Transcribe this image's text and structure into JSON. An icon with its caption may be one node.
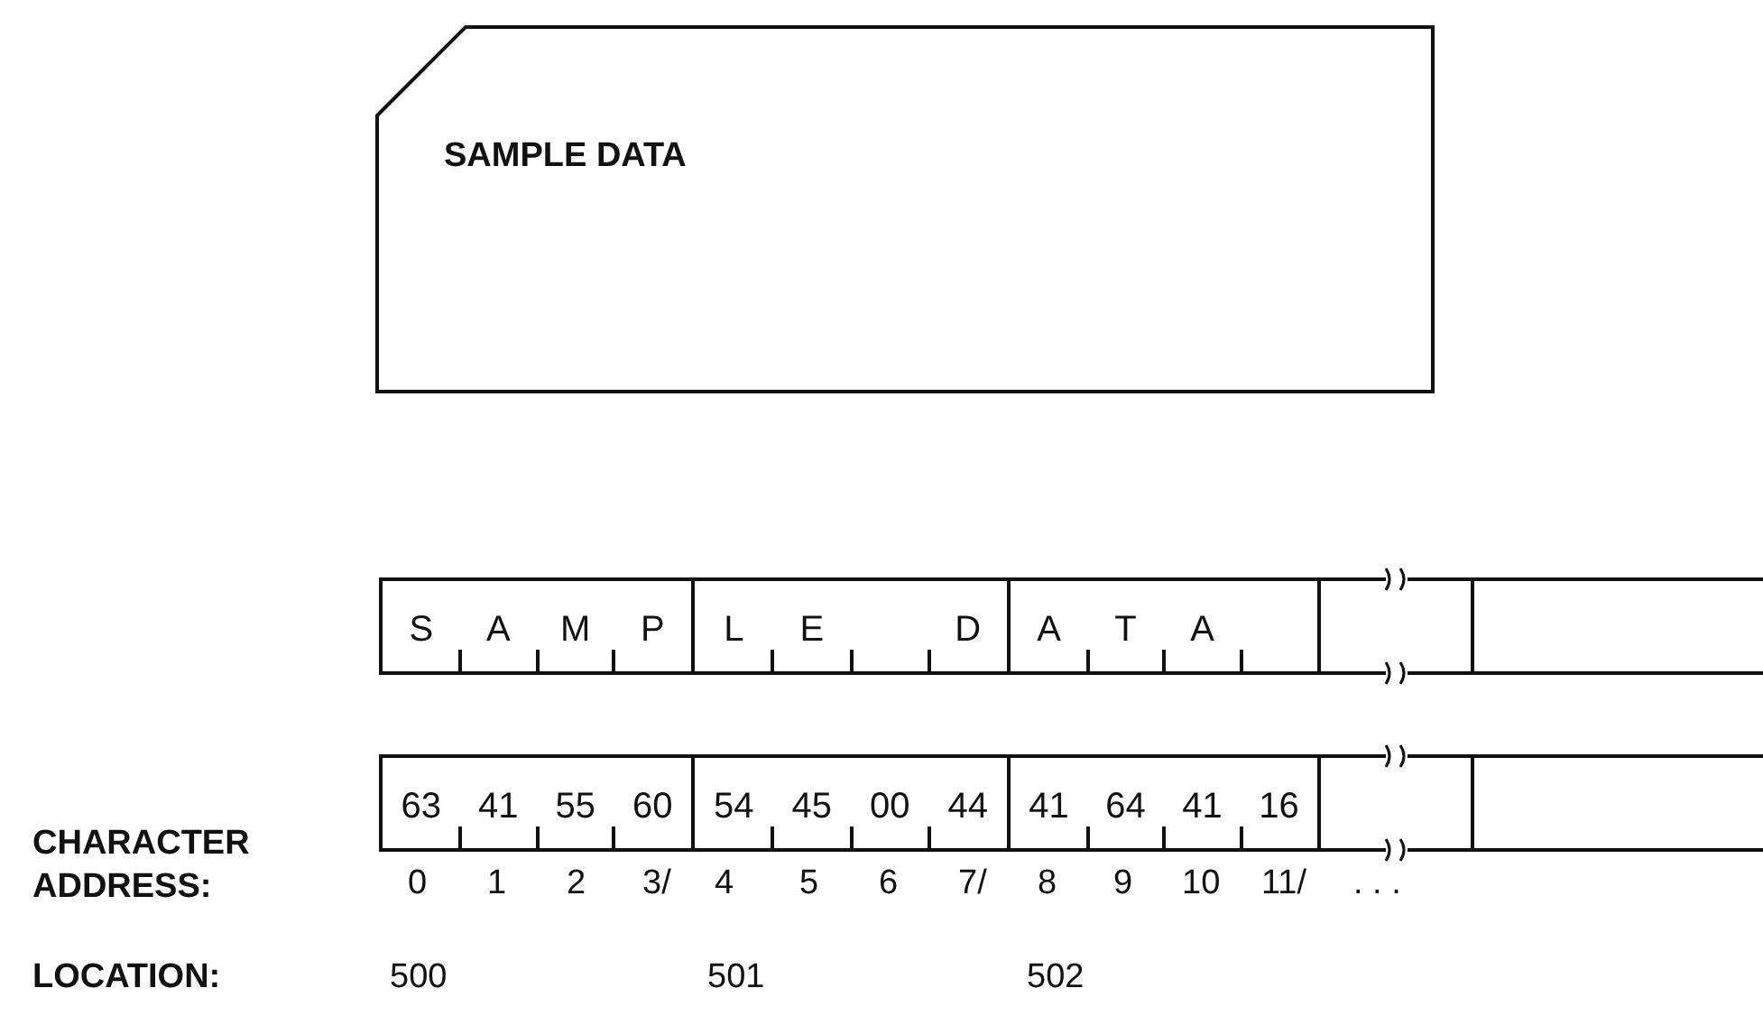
{
  "diagram": {
    "nodes": [
      {
        "text": [
          "SAMPLE DATA"
        ]
      },
      {
        "text": [
          "S",
          "A",
          "M",
          "P"
        ]
      },
      {
        "text": [
          "L",
          "E",
          "D"
        ]
      },
      {
        "text": [
          "A",
          "T",
          "A"
        ]
      },
      {
        "text": [],
        "shape": "box"
      },
      {
        "text": [],
        "shape": "box"
      },
      {
        "text": [
          "63",
          "41",
          "55",
          "60"
        ]
      },
      {
        "text": [
          "54",
          "45",
          "00",
          "44"
        ]
      },
      {
        "text": [
          "41",
          "64",
          "41",
          "16"
        ]
      },
      {
        "text": [],
        "shape": "box"
      },
      {
        "text": [],
        "shape": "box"
      }
    ],
    "labels": [
      "CHARACTER ADDRESS:",
      "0",
      "1",
      "2",
      "3/",
      "4",
      "5",
      "6",
      "7/",
      "8",
      "9",
      "10",
      "11/",
      ". . .",
      "LOCATION:",
      "500",
      "501",
      "502"
    ]
  }
}
